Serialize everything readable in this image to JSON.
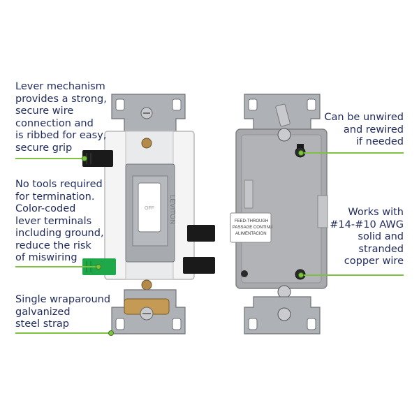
{
  "callouts": {
    "lever": "Lever mechanism\nprovides a strong,\nsecure wire\nconnection and\nis ribbed for easy,\nsecure grip",
    "no_tools": "No tools required\nfor termination.\nColor-coded\nlever terminals\nincluding ground,\nreduce the risk\nof miswiring",
    "strap": "Single wraparound\ngalvanized\nsteel strap",
    "unwired": "Can be unwired\nand rewired\nif needed",
    "awg": "Works with\n#14-#10 AWG\nsolid and\nstranded\ncopper wire"
  },
  "device_labels": {
    "brand": "LEVITON",
    "toggle": "OFF",
    "feed_label": "FEED-THROUGH\nPASSAGE CONTINU\nALIMENTACION"
  },
  "colors": {
    "text": "#1f2a5c",
    "leader": "#7fc242",
    "body_white": "#f4f4f4",
    "body_gray": "#a7a9ac",
    "strap_metal": "#9a9da3",
    "lever_black": "#1a1a1a",
    "lever_green": "#1fa84a",
    "screw_brass": "#b38a4a"
  }
}
